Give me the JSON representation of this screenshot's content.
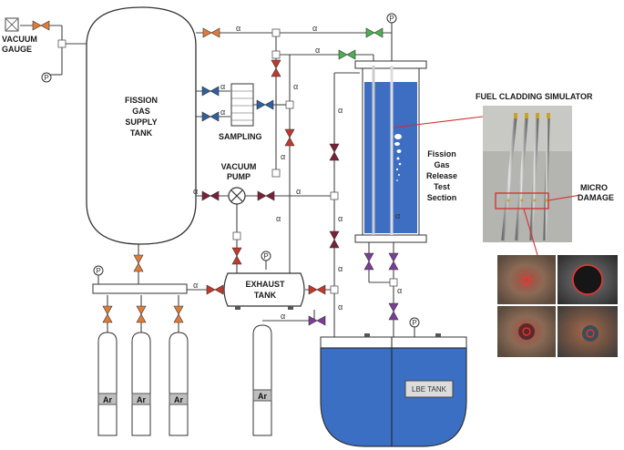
{
  "labels": {
    "vacuum_gauge": [
      "VACUUM",
      "GAUGE"
    ],
    "supply_tank": [
      "FISSION",
      "GAS",
      "SUPPLY",
      "TANK"
    ],
    "sampling": "SAMPLING",
    "vacuum_pump": [
      "VACUUM",
      "PUMP"
    ],
    "exhaust_tank": [
      "EXHAUST",
      "TANK"
    ],
    "test_section": [
      "Fission",
      "Gas",
      "Release",
      "Test",
      "Section"
    ],
    "fuel_cladding": "FUEL CLADDING SIMULATOR",
    "micro_damage": [
      "MICRO",
      "DAMAGE"
    ],
    "lbe_tank": "LBE TANK",
    "cylinder": "Ar",
    "pressure_symbol": "P",
    "flow_symbol": "α"
  },
  "colors": {
    "valve_orange": "#e07b39",
    "valve_red": "#c0392b",
    "valve_maroon": "#7b1f3a",
    "valve_blue": "#2e5f9e",
    "valve_purple": "#7d3c98",
    "valve_green": "#4caf50",
    "tank_blue": "#3a6fc4",
    "test_blue": "#3d6ec2"
  }
}
